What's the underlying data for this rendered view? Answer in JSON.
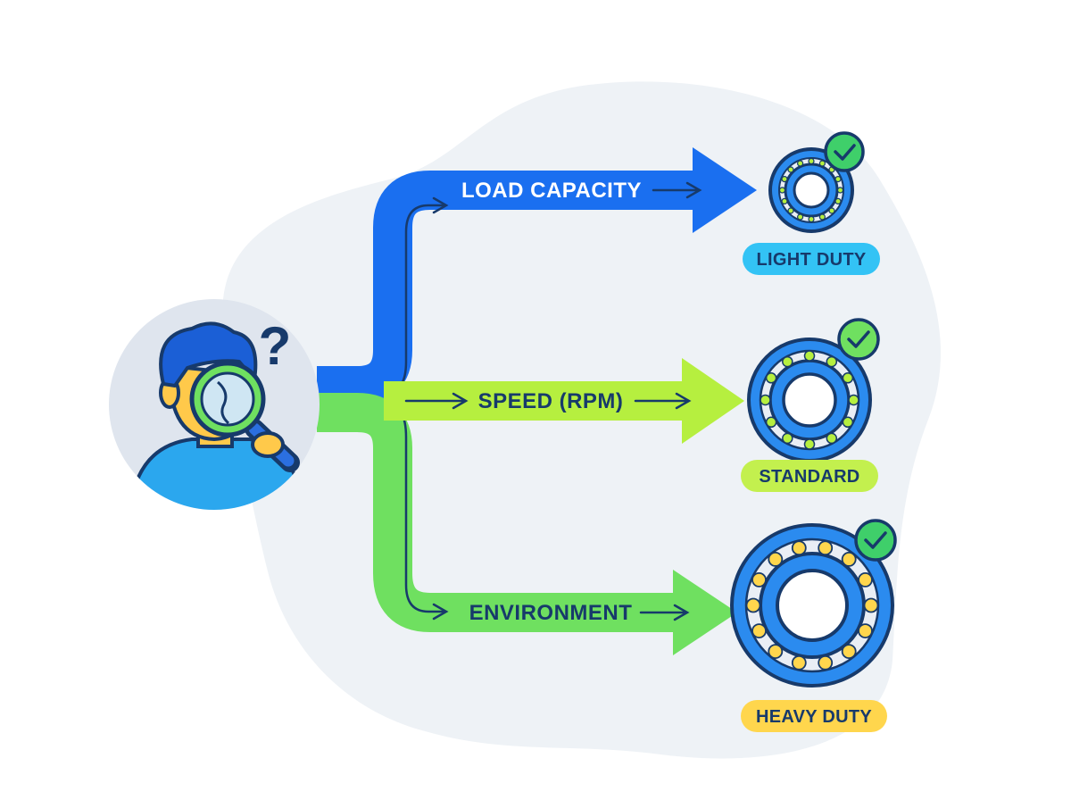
{
  "colors": {
    "blue": "#1a6ff0",
    "lime": "#b6ef3f",
    "green": "#6fe060",
    "navy": "#173a6b",
    "ring_blue": "#2b8bef",
    "check_green": "#3fcf6a",
    "light_duty_pill": "#33c3f5",
    "standard_pill": "#c3f04e",
    "heavy_duty_pill": "#ffd64d",
    "blob_gray": "#eef2f6"
  },
  "icons": {
    "person": "person-with-magnifier-icon",
    "question": "question-mark-icon",
    "bearing": "ball-bearing-icon",
    "check": "check-badge-icon"
  },
  "question_mark": "?",
  "criteria": [
    {
      "label": "LOAD CAPACITY"
    },
    {
      "label": "SPEED (RPM)"
    },
    {
      "label": "ENVIRONMENT"
    }
  ],
  "results": [
    {
      "label": "LIGHT DUTY"
    },
    {
      "label": "STANDARD"
    },
    {
      "label": "HEAVY DUTY"
    }
  ]
}
